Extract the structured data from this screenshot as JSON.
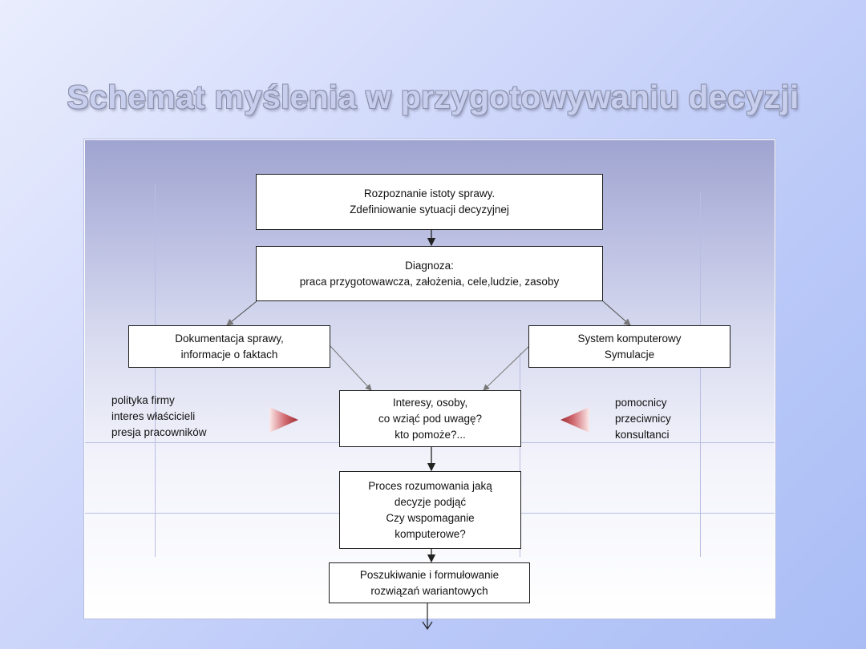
{
  "title": "Schemat myślenia w przygotowywaniu decyzji",
  "diagram": {
    "nodes": {
      "recognition": [
        "Rozpoznanie istoty sprawy.",
        "Zdefiniowanie sytuacji decyzyjnej"
      ],
      "diagnosis": [
        "Diagnoza:",
        "praca przygotowawcza, założenia, cele,ludzie, zasoby"
      ],
      "documentation": [
        "Dokumentacja sprawy,",
        "informacje o faktach"
      ],
      "computer_system": [
        "System komputerowy",
        "Symulacje"
      ],
      "interests": [
        "Interesy, osoby,",
        "co wziąć pod uwagę?",
        "kto pomoże?..."
      ],
      "reasoning": [
        "Proces rozumowania jaką",
        "decyzje podjąć",
        "Czy wspomaganie",
        "komputerowe?"
      ],
      "solutions": [
        "Poszukiwanie i formułowanie",
        "rozwiązań wariantowych"
      ]
    },
    "left_factors": [
      "polityka firmy",
      "interes właścicieli",
      "presja pracowników"
    ],
    "right_factors": [
      "pomocnicy",
      "przeciwnicy",
      "konsultanci"
    ],
    "colors": {
      "panel_top": "#9fa4d0",
      "arrow_pointer": "#a8313a",
      "box_border": "#1d1d1d"
    }
  }
}
